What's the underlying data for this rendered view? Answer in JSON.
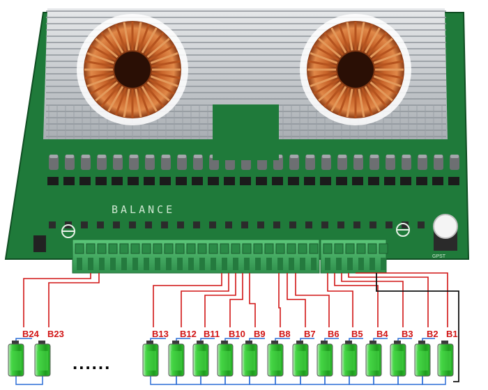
{
  "board": {
    "silkscreen_text": "BALANCE",
    "corner_label": "GPST"
  },
  "ellipsis": "......",
  "batteries": [
    {
      "label": "B24"
    },
    {
      "label": "B23"
    },
    {
      "label": "B13"
    },
    {
      "label": "B12"
    },
    {
      "label": "B11"
    },
    {
      "label": "B10"
    },
    {
      "label": "B9"
    },
    {
      "label": "B8"
    },
    {
      "label": "B7"
    },
    {
      "label": "B6"
    },
    {
      "label": "B5"
    },
    {
      "label": "B4"
    },
    {
      "label": "B3"
    },
    {
      "label": "B2"
    },
    {
      "label": "B1"
    }
  ],
  "colors": {
    "pcb_green": "#1f7a3a",
    "pcb_dark": "#155c2b",
    "heatsink": "#c9ccd0",
    "terminal": "#3fae5f",
    "wire_red": "#d11414",
    "wire_blue": "#2d6fd6",
    "wire_black": "#111111",
    "battery_green": "#2dbb2d"
  }
}
